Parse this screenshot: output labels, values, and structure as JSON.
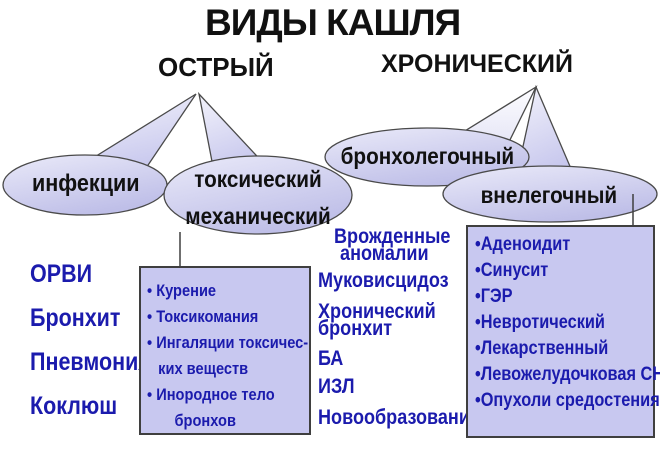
{
  "title": "ВИДЫ КАШЛЯ",
  "branches": {
    "acute": "ОСТРЫЙ",
    "chronic": "ХРОНИЧЕСКИЙ"
  },
  "bubbles": {
    "infections": "инфекции",
    "toxic_line1": "токсический",
    "toxic_line2": "механический",
    "bronchopulmonary": "бронхолегочный",
    "extrapulmonary": "внелегочный"
  },
  "acute_infections_list": {
    "items": [
      "ОРВИ",
      "Бронхит",
      "Пневмония",
      "Коклюш"
    ]
  },
  "toxic_box": {
    "lines": [
      {
        "bullet": true,
        "text": "Курение"
      },
      {
        "bullet": true,
        "text": "Токсикомания"
      },
      {
        "bullet": true,
        "text": "Ингаляции токсичес-"
      },
      {
        "bullet": false,
        "text": "ких веществ"
      },
      {
        "bullet": true,
        "text": "Инородное  тело"
      },
      {
        "bullet": false,
        "text": "бронхов"
      }
    ]
  },
  "bronchopulmonary_list": {
    "items": [
      {
        "lines": [
          "Врожденные",
          "аномалии"
        ]
      },
      {
        "lines": [
          "Муковисцидоз"
        ]
      },
      {
        "lines": [
          "Хронический",
          "бронхит"
        ]
      },
      {
        "lines": [
          "БА"
        ]
      },
      {
        "lines": [
          "ИЗЛ"
        ]
      },
      {
        "lines": [
          "Новообразования"
        ]
      }
    ]
  },
  "extrapulmonary_box": {
    "items": [
      "Аденоидит",
      "Синусит",
      "ГЭР",
      "Невротический",
      "Лекарственный",
      "Левожелудочковая СН",
      "Опухоли средостения"
    ]
  },
  "colors": {
    "background": "#ffffff",
    "bubble_fill_light": "#e9e9f8",
    "bubble_fill_dark": "#bfbfe8",
    "box_fill": "#c8c8f0",
    "outline": "#4a4a4a",
    "text_black": "#111111",
    "text_blue": "#1b1bad"
  }
}
